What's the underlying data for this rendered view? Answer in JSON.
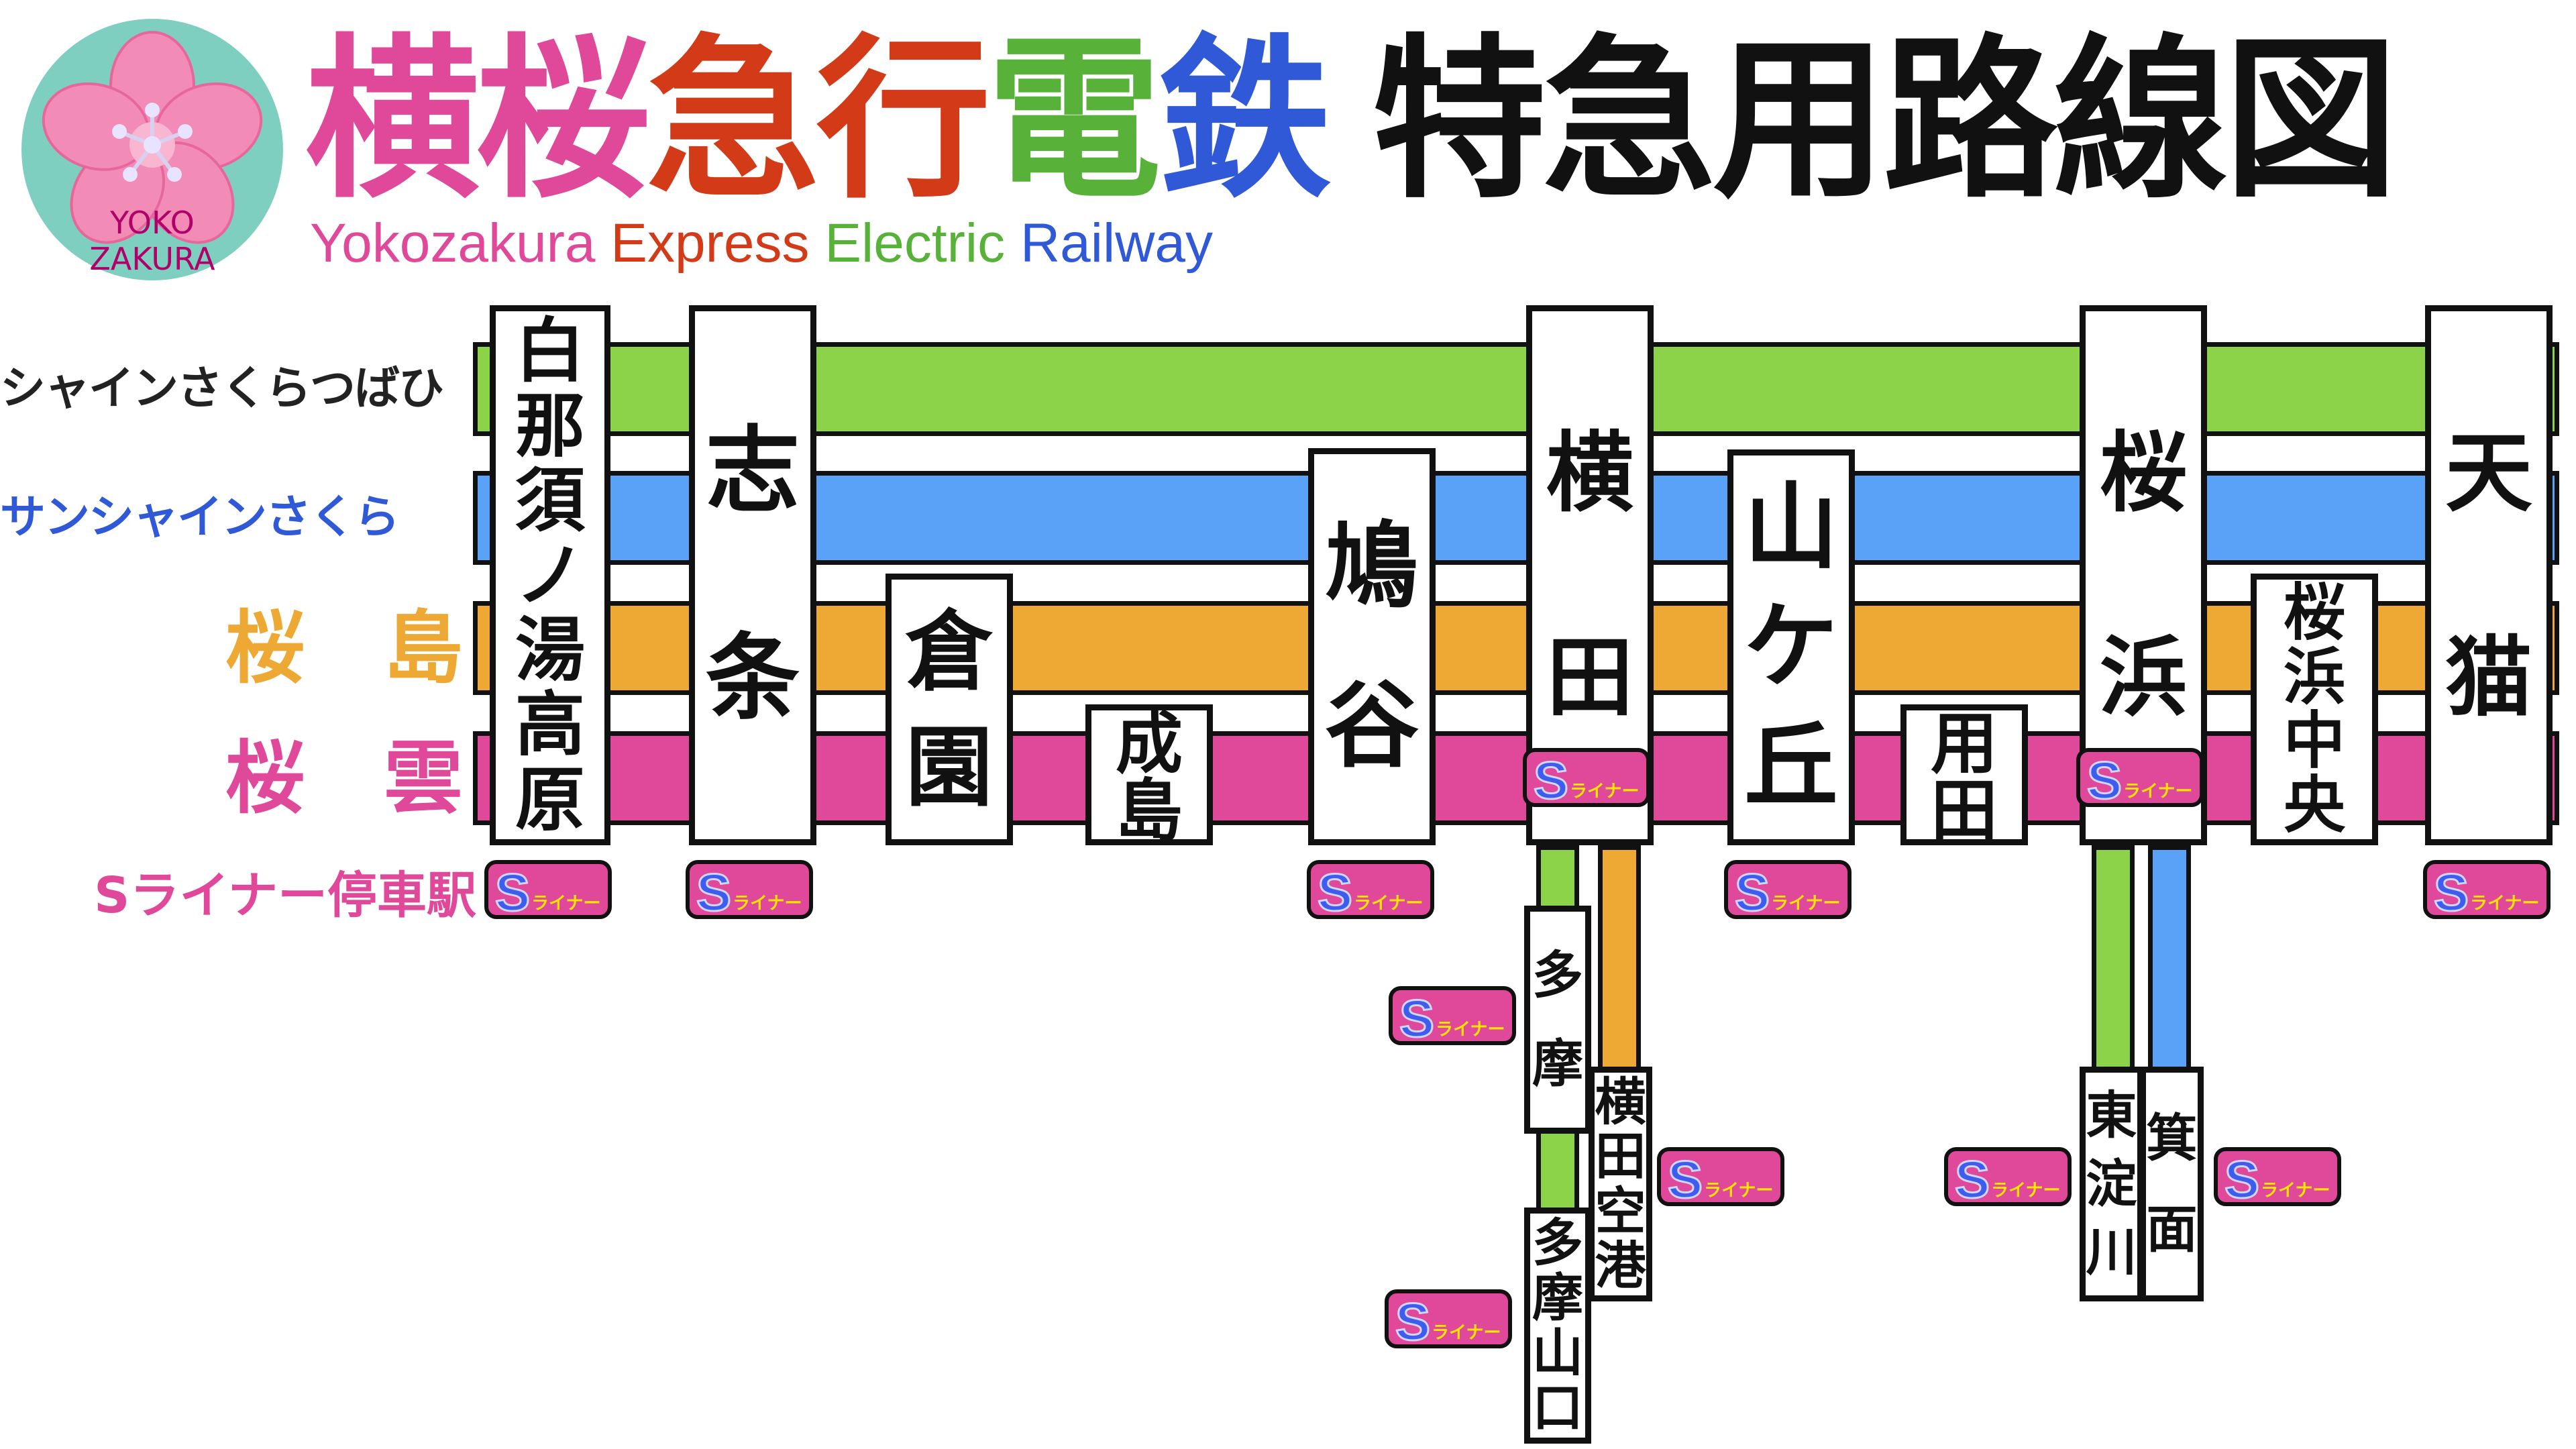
{
  "logo": {
    "name": "sakura-logo",
    "line1": "YOKO",
    "line2": "ZAKURA",
    "bg_color": "#7fcfc0",
    "petal_color": "#f28bb6"
  },
  "title": {
    "company_chars": [
      {
        "text": "横",
        "color": "#e0489a"
      },
      {
        "text": "桜",
        "color": "#e0489a"
      },
      {
        "text": "急",
        "color": "#d23a18"
      },
      {
        "text": "行",
        "color": "#d23a18"
      },
      {
        "text": "電",
        "color": "#58b23a"
      },
      {
        "text": "鉄",
        "color": "#2f59d6"
      }
    ],
    "map_title": "特急用路線図",
    "english_words": [
      {
        "text": "Yokozakura",
        "color": "#e0489a"
      },
      {
        "text": "Express",
        "color": "#d23a18"
      },
      {
        "text": "Electric",
        "color": "#58b23a"
      },
      {
        "text": "Railway",
        "color": "#2f59d6"
      }
    ]
  },
  "services": [
    {
      "label": "シャインさくらつばひ",
      "color": "#8dd34a",
      "label_color": "#222222"
    },
    {
      "label": "サンシャインさくら",
      "color": "#5aa2f8",
      "label_color": "#2f59d6"
    },
    {
      "label": "桜　島",
      "color": "#eda933",
      "label_color": "#eda933"
    },
    {
      "label": "桜　雲",
      "color": "#e0489a",
      "label_color": "#e0489a"
    }
  ],
  "stop_legend": "Sライナー停車駅",
  "badge": {
    "letter": "S",
    "text": "ライナー",
    "bg_color": "#e0489a",
    "letter_color": "#3e5cf0",
    "text_color": "#ffe600"
  },
  "stations": [
    {
      "key": "shiranasu",
      "chars": [
        "白",
        "那",
        "須",
        "ノ",
        "湯",
        "高",
        "原"
      ],
      "s_liner": true
    },
    {
      "key": "shijo",
      "chars": [
        "志",
        "条"
      ],
      "s_liner": true
    },
    {
      "key": "kuraen",
      "chars": [
        "倉",
        "園"
      ],
      "s_liner": false
    },
    {
      "key": "narushima",
      "chars": [
        "成",
        "島"
      ],
      "s_liner": false
    },
    {
      "key": "hatoya",
      "chars": [
        "鳩",
        "谷"
      ],
      "s_liner": true
    },
    {
      "key": "yokota",
      "chars": [
        "横",
        "田"
      ],
      "s_liner": true
    },
    {
      "key": "yamagaoka",
      "chars": [
        "山",
        "ケ",
        "丘"
      ],
      "s_liner": true
    },
    {
      "key": "youda",
      "chars": [
        "用",
        "田"
      ],
      "s_liner": false
    },
    {
      "key": "sakurahama",
      "chars": [
        "桜",
        "浜"
      ],
      "s_liner": true
    },
    {
      "key": "sakurahama-chuo",
      "chars": [
        "桜",
        "浜",
        "中",
        "央"
      ],
      "s_liner": false
    },
    {
      "key": "tenbyo",
      "chars": [
        "天",
        "猫"
      ],
      "s_liner": true
    }
  ],
  "branch_stations": [
    {
      "key": "tama",
      "chars": [
        "多",
        "摩"
      ],
      "s_liner": true
    },
    {
      "key": "tama-yamaguchi",
      "chars": [
        "多",
        "摩",
        "山",
        "口"
      ],
      "s_liner": true
    },
    {
      "key": "yokota-airport",
      "chars": [
        "横",
        "田",
        "空",
        "港"
      ],
      "s_liner": true
    },
    {
      "key": "higashiyodogawa",
      "chars": [
        "東",
        "淀",
        "川"
      ],
      "s_liner": true
    },
    {
      "key": "minoo",
      "chars": [
        "箕",
        "面"
      ],
      "s_liner": true
    }
  ]
}
